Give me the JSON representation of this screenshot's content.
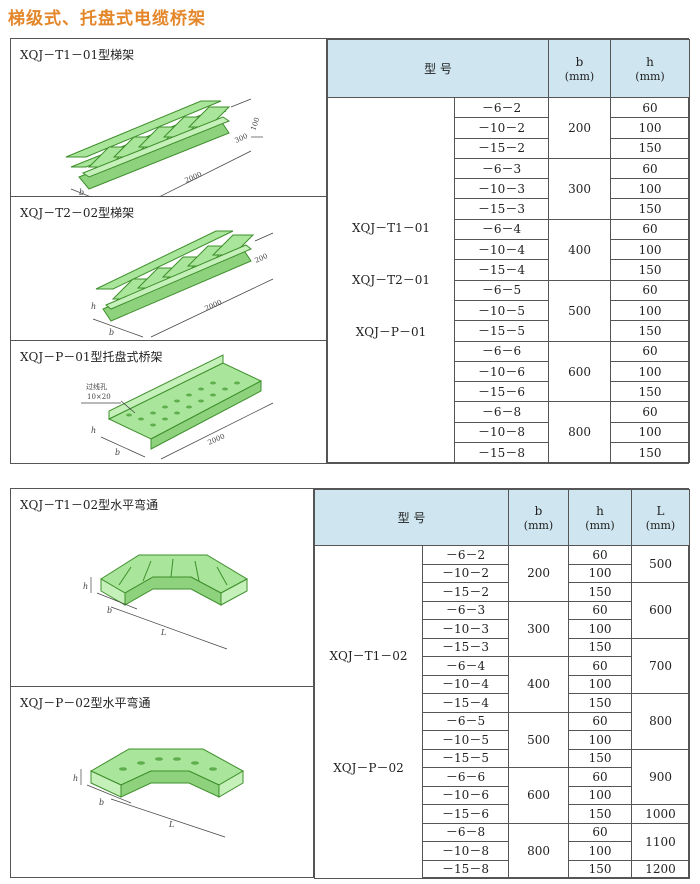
{
  "page_title": "梯级式、托盘式电缆桥架",
  "colors": {
    "title": "#e4872a",
    "header_bg": "#cfe6f0",
    "diagram_fill": "#a9e59a",
    "diagram_stroke": "#3e8f2c"
  },
  "section1": {
    "panels": [
      {
        "label": "XQJ－T1－01型梯架",
        "dims": {
          "length": "2000",
          "rung": "300",
          "h": "100",
          "b": "b"
        }
      },
      {
        "label": "XQJ－T2－02型梯架",
        "dims": {
          "length": "2000",
          "rung": "200",
          "h": "h",
          "b": "b"
        }
      },
      {
        "label": "XQJ－P－01型托盘式桥架",
        "dims": {
          "length": "2000",
          "hole": "过线孔",
          "hole_size": "10×20",
          "h": "h",
          "b": "b"
        }
      }
    ],
    "header": {
      "model": "型 号",
      "b": "b",
      "h": "h",
      "unit": "(mm)"
    },
    "models": [
      "XQJ－T1－01",
      "XQJ－T2－01",
      "XQJ－P－01"
    ],
    "groups": [
      {
        "b": "200",
        "rows": [
          {
            "code": "－6－2",
            "h": "60"
          },
          {
            "code": "－10－2",
            "h": "100"
          },
          {
            "code": "－15－2",
            "h": "150"
          }
        ]
      },
      {
        "b": "300",
        "rows": [
          {
            "code": "－6－3",
            "h": "60"
          },
          {
            "code": "－10－3",
            "h": "100"
          },
          {
            "code": "－15－3",
            "h": "150"
          }
        ]
      },
      {
        "b": "400",
        "rows": [
          {
            "code": "－6－4",
            "h": "60"
          },
          {
            "code": "－10－4",
            "h": "100"
          },
          {
            "code": "－15－4",
            "h": "150"
          }
        ]
      },
      {
        "b": "500",
        "rows": [
          {
            "code": "－6－5",
            "h": "60"
          },
          {
            "code": "－10－5",
            "h": "100"
          },
          {
            "code": "－15－5",
            "h": "150"
          }
        ]
      },
      {
        "b": "600",
        "rows": [
          {
            "code": "－6－6",
            "h": "60"
          },
          {
            "code": "－10－6",
            "h": "100"
          },
          {
            "code": "－15－6",
            "h": "150"
          }
        ]
      },
      {
        "b": "800",
        "rows": [
          {
            "code": "－6－8",
            "h": "60"
          },
          {
            "code": "－10－8",
            "h": "100"
          },
          {
            "code": "－15－8",
            "h": "150"
          }
        ]
      }
    ]
  },
  "section2": {
    "panels": [
      {
        "label": "XQJ－T1－02型水平弯通",
        "dims": {
          "h": "h",
          "b": "b",
          "L": "L"
        }
      },
      {
        "label": "XQJ－P－02型水平弯通",
        "dims": {
          "h": "h",
          "b": "b",
          "L": "L"
        }
      }
    ],
    "header": {
      "model": "型 号",
      "b": "b",
      "h": "h",
      "L": "L",
      "unit": "(mm)"
    },
    "models": [
      "XQJ－T1－02",
      "XQJ－P－02"
    ],
    "groups": [
      {
        "b": "200",
        "rows": [
          {
            "code": "－6－2",
            "h": "60"
          },
          {
            "code": "－10－2",
            "h": "100"
          },
          {
            "code": "－15－2",
            "h": "150"
          }
        ]
      },
      {
        "b": "300",
        "rows": [
          {
            "code": "－6－3",
            "h": "60"
          },
          {
            "code": "－10－3",
            "h": "100"
          },
          {
            "code": "－15－3",
            "h": "150"
          }
        ]
      },
      {
        "b": "400",
        "rows": [
          {
            "code": "－6－4",
            "h": "60"
          },
          {
            "code": "－10－4",
            "h": "100"
          },
          {
            "code": "－15－4",
            "h": "150"
          }
        ]
      },
      {
        "b": "500",
        "rows": [
          {
            "code": "－6－5",
            "h": "60"
          },
          {
            "code": "－10－5",
            "h": "100"
          },
          {
            "code": "－15－5",
            "h": "150"
          }
        ]
      },
      {
        "b": "600",
        "rows": [
          {
            "code": "－6－6",
            "h": "60"
          },
          {
            "code": "－10－6",
            "h": "100"
          },
          {
            "code": "－15－6",
            "h": "150"
          }
        ]
      },
      {
        "b": "800",
        "rows": [
          {
            "code": "－6－8",
            "h": "60"
          },
          {
            "code": "－10－8",
            "h": "100"
          },
          {
            "code": "－15－8",
            "h": "150"
          }
        ]
      }
    ],
    "L_values": [
      {
        "value": "500",
        "rows": 2
      },
      {
        "value": "600",
        "rows": 3
      },
      {
        "value": "700",
        "rows": 3
      },
      {
        "value": "800",
        "rows": 3
      },
      {
        "value": "900",
        "rows": 3
      },
      {
        "value": "1000",
        "rows": 1
      },
      {
        "value": "1100",
        "rows": 2
      },
      {
        "value": "1200",
        "rows": 1
      }
    ]
  }
}
